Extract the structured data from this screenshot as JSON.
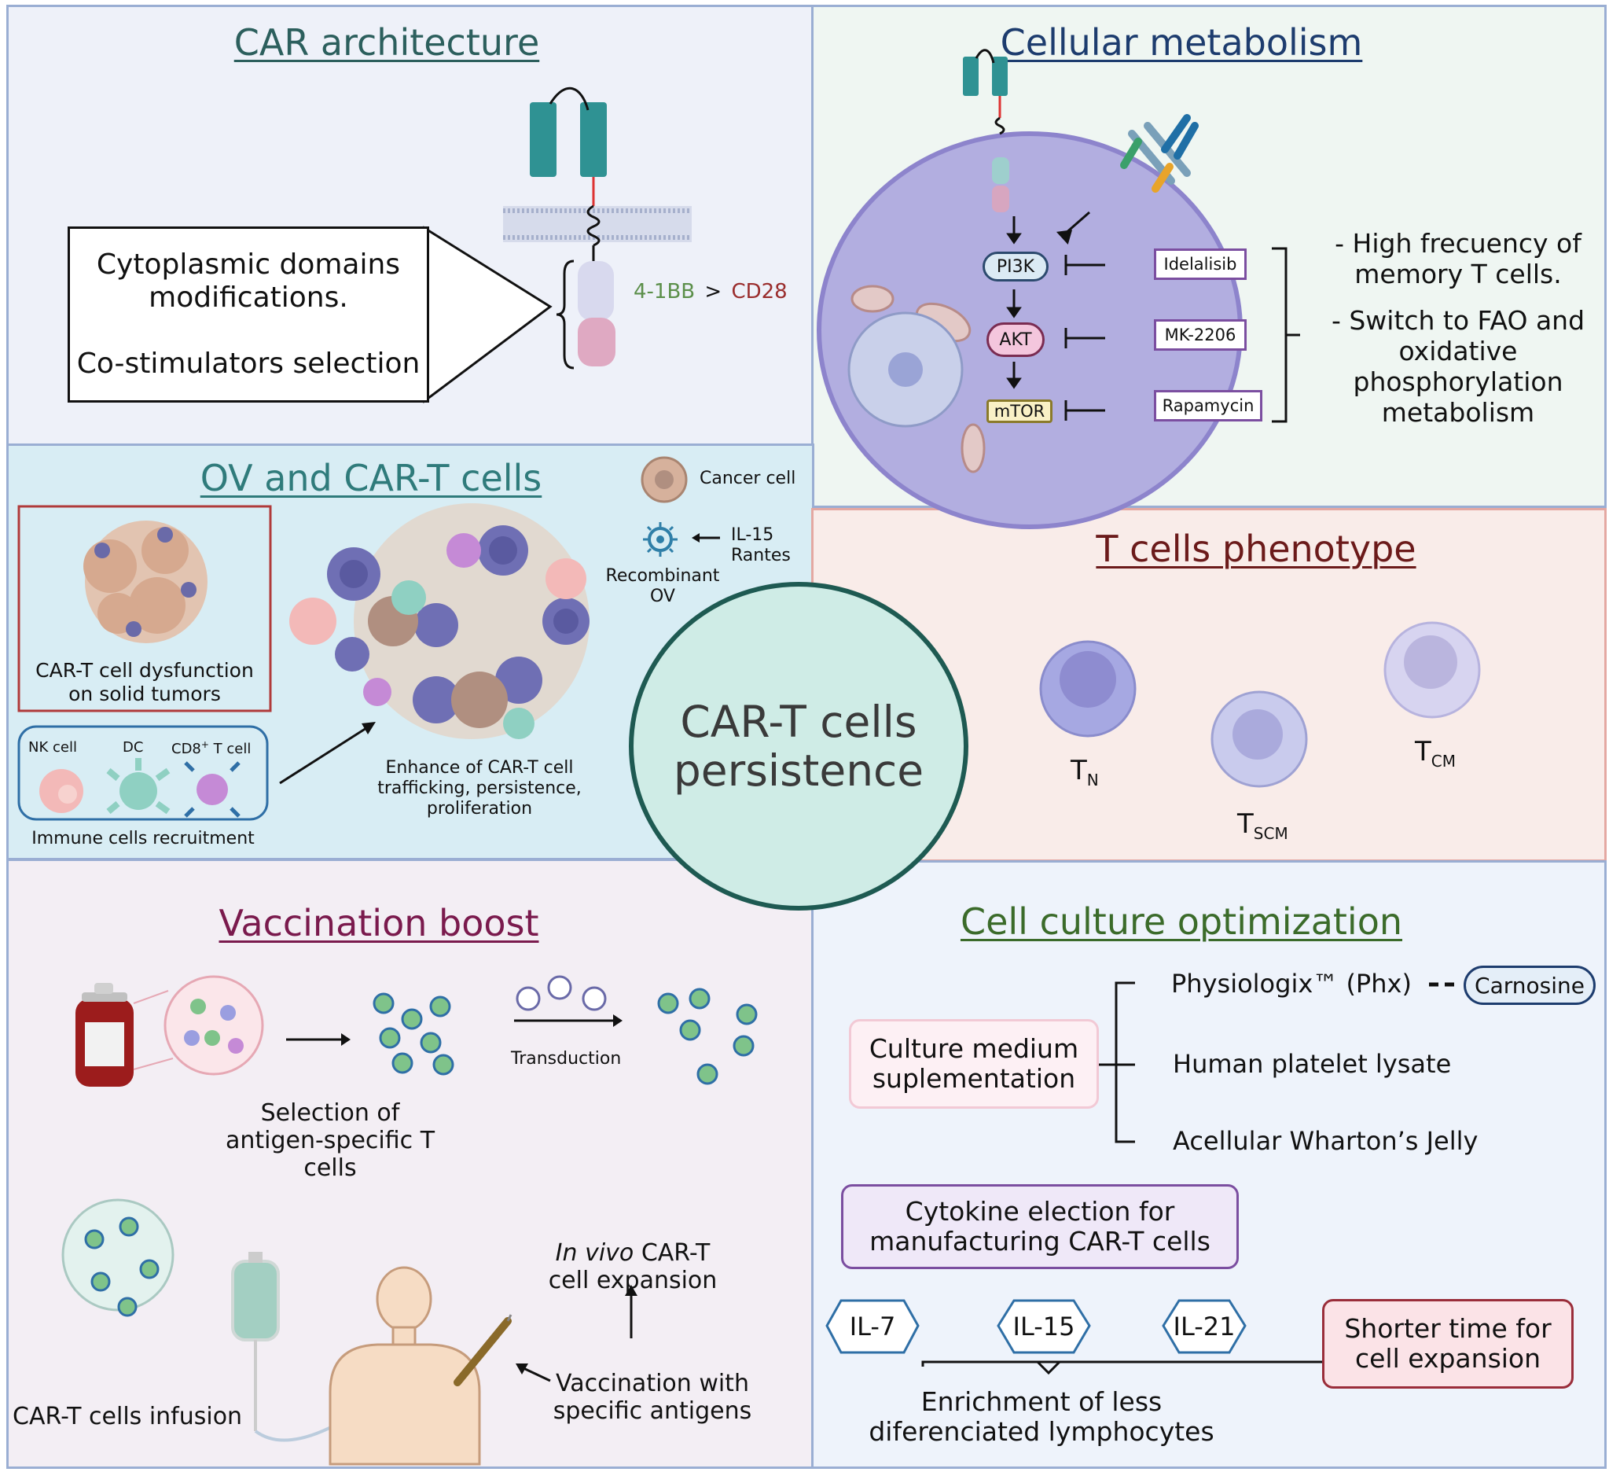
{
  "center": {
    "line1": "CAR-T cells",
    "line2": "persistence"
  },
  "car_architecture": {
    "title": "CAR architecture",
    "callout_line1": "Cytoplasmic domains",
    "callout_line2": "modifications.",
    "callout_line3": "Co-stimulators selection",
    "label_41bb": "4-1BB",
    "label_gt": ">",
    "label_cd28": "CD28",
    "colors": {
      "title": "#2c5f5d",
      "41bb": "#5b8f4a",
      "cd28": "#9a2d2d",
      "domain": "#2f9293"
    }
  },
  "metabolism": {
    "title": "Cellular metabolism",
    "nodes": {
      "pi3k": "PI3K",
      "akt": "AKT",
      "mtor": "mTOR"
    },
    "inhibitors": [
      "Idelalisib",
      "MK-2206",
      "Rapamycin"
    ],
    "notes": {
      "n1_line1": "- High frecuency of",
      "n1_line2": "memory T cells.",
      "n2_line1": "-  Switch to FAO and",
      "n2_line2": "oxidative",
      "n2_line3": "phosphorylation",
      "n2_line4": "metabolism"
    },
    "colors": {
      "title": "#1d3c6e",
      "cell": "#b2aee0"
    }
  },
  "ov": {
    "title": "OV and CAR-T cells",
    "legend_cancer": "Cancer cell",
    "legend_il15": "IL-15",
    "legend_rantes": "Rantes",
    "legend_recomb1": "Recombinant",
    "legend_recomb2": "OV",
    "dysfunction1": "CAR-T cell dysfunction",
    "dysfunction2": "on solid tumors",
    "immune": [
      "NK cell",
      "DC",
      "CD8",
      "+",
      " T cell"
    ],
    "recruitment": "Immune cells recruitment",
    "enhance1": "Enhance of CAR-T cell",
    "enhance2": "trafficking, persistence,",
    "enhance3": "proliferation",
    "colors": {
      "title": "#2f7b7b",
      "bg": "#d8edf4"
    }
  },
  "phenotype": {
    "title": "T cells phenotype",
    "cells": [
      {
        "main": "T",
        "sub": "N"
      },
      {
        "main": "T",
        "sub": "SCM"
      },
      {
        "main": "T",
        "sub": "CM"
      }
    ],
    "colors": {
      "title": "#6b1a1a",
      "bg": "#f9ece9"
    }
  },
  "vaccination": {
    "title": "Vaccination boost",
    "selection1": "Selection of",
    "selection2": "antigen-specific T",
    "selection3": "cells",
    "transduction": "Transduction",
    "invivo_italic": "In vivo",
    "invivo_rest": " CAR-T",
    "invivo2": "cell expansion",
    "vacc1": "Vaccination with",
    "vacc2": "specific antigens",
    "infusion": "CAR-T cells infusion",
    "colors": {
      "title": "#7a1a4d",
      "bg": "#f3eef4"
    }
  },
  "culture": {
    "title": "Cell culture optimization",
    "medium1": "Culture medium",
    "medium2": "suplementation",
    "phx": "Physiologix™ (Phx)",
    "carnosine": "Carnosine",
    "platelet": "Human platelet lysate",
    "wharton": "Acellular Wharton’s Jelly",
    "cytokine1": "Cytokine election for",
    "cytokine2": "manufacturing CAR-T cells",
    "ils": [
      "IL-7",
      "IL-15",
      "IL-21"
    ],
    "enrich1": "Enrichment of less",
    "enrich2": "diferenciated lymphocytes",
    "shorter1": "Shorter time for",
    "shorter2": "cell expansion",
    "colors": {
      "title": "#3b6b2a",
      "bg": "#eef3fb"
    }
  }
}
